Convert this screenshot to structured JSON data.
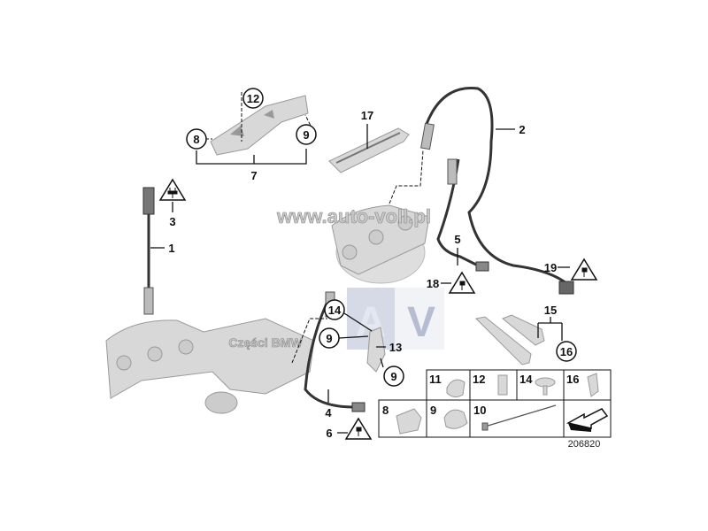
{
  "diagram": {
    "watermarks": {
      "site": "www.auto-voll.pl",
      "brand": "Części BMW",
      "logo_letters": [
        "A",
        "V"
      ]
    },
    "callouts": {
      "c1": "1",
      "c2": "2",
      "c3": "3",
      "c4": "4",
      "c5": "5",
      "c6": "6",
      "c7": "7",
      "c8": "8",
      "c9a": "9",
      "c9b": "9",
      "c9c": "9",
      "c12": "12",
      "c13": "13",
      "c14": "14",
      "c15": "15",
      "c16": "16",
      "c17": "17",
      "c18": "18",
      "c19": "19"
    },
    "parts_table": {
      "top_row": [
        "11",
        "12",
        "14",
        "16"
      ],
      "bottom_row": [
        "8",
        "9",
        "10"
      ]
    },
    "diagram_number": "206820",
    "icons": [
      "warning-plug-triangle-icon",
      "direction-arrow-icon"
    ]
  }
}
